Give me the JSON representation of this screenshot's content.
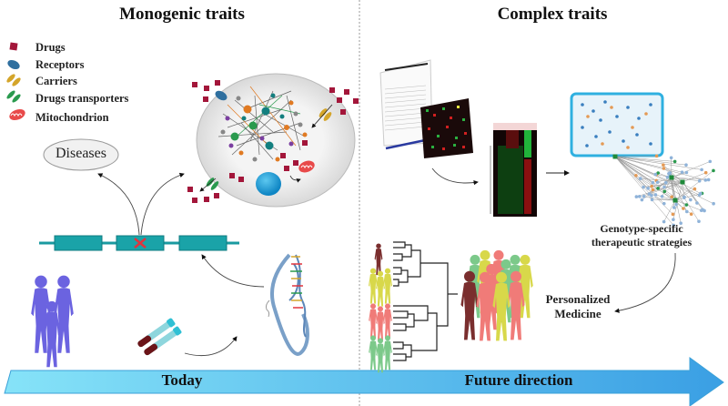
{
  "panels": {
    "left": {
      "title": "Monogenic traits",
      "timeline_label": "Today"
    },
    "right": {
      "title": "Complex traits",
      "timeline_label": "Future direction"
    }
  },
  "legend": [
    {
      "icon": "drug-square-icon",
      "label": "Drugs",
      "color": "#a3163a"
    },
    {
      "icon": "receptor-icon",
      "label": "Receptors",
      "color": "#2f6f9f"
    },
    {
      "icon": "carrier-icon",
      "label": "Carriers",
      "color": "#d4a52a"
    },
    {
      "icon": "drug-transporter-icon",
      "label": "Drugs transporters",
      "color": "#2a9a4e"
    },
    {
      "icon": "mitochondrion-icon",
      "label": "Mitochondrion",
      "color": "#e84a4a"
    }
  ],
  "left_diagram": {
    "diseases_label": "Diseases"
  },
  "right_diagram": {
    "genotype_caption_line1": "Genotype-specific",
    "genotype_caption_line2": "therapeutic strategies",
    "personalized_line1": "Personalized",
    "personalized_line2": "Medicine"
  },
  "colors": {
    "gene_teal": "#1aa3a8",
    "mutation_red": "#e0343d",
    "timeline_light": "#7fdcf5",
    "timeline_dark": "#3ea6e6",
    "family_purple": "#6b63e0",
    "nucleus_blue": "#1a9ad6",
    "group_brown": "#7a2e2e",
    "group_yellow": "#d8d84a",
    "group_pink": "#f07b78",
    "group_green": "#7cc98a"
  }
}
